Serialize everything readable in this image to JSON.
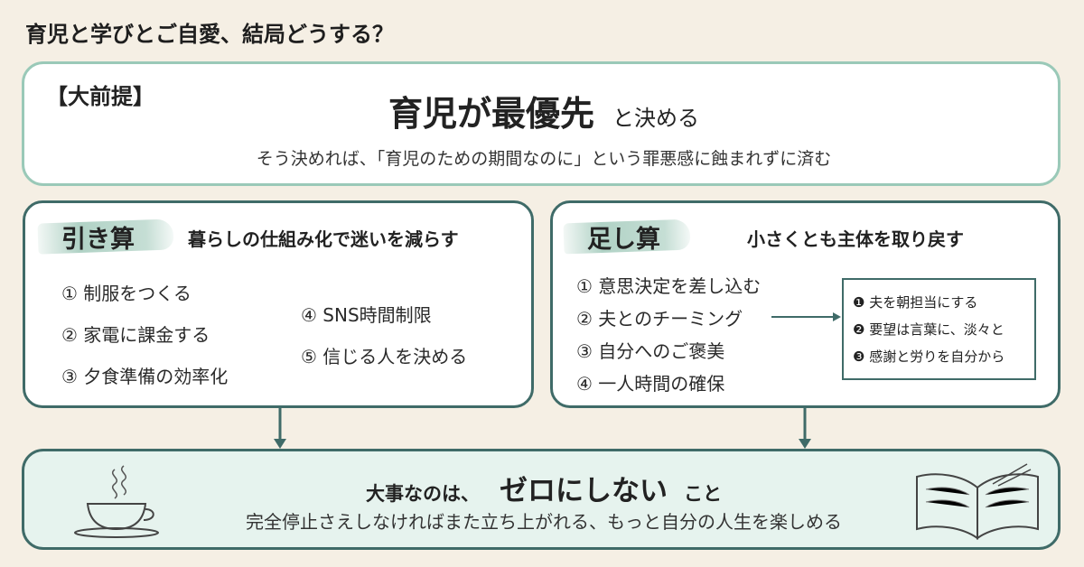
{
  "title": "育児と学びとご自愛、結局どうする？",
  "premise": {
    "tag": "【大前提】",
    "main": "育児が最優先",
    "main_suffix": "と決める",
    "sub": "そう決めれば、「育児のための期間なのに」という罪悪感に蝕まれずに済む"
  },
  "subtract": {
    "heading": "引き算",
    "subtitle": "暮らしの仕組み化で迷いを減らす",
    "items": [
      "① 制服をつくる",
      "② 家電に課金する",
      "③ 夕食準備の効率化",
      "④ SNS時間制限",
      "⑤ 信じる人を決める"
    ]
  },
  "add": {
    "heading": "足し算",
    "subtitle": "小さくとも主体を取り戻す",
    "items": [
      "① 意思決定を差し込む",
      "② 夫とのチーミング",
      "③ 自分へのご褒美",
      "④ 一人時間の確保"
    ],
    "teaming_points": [
      "❶ 夫を朝担当にする",
      "❷ 要望は言葉に、淡々と",
      "❸ 感謝と労りを自分から"
    ]
  },
  "conclusion": {
    "prefix": "大事なのは、",
    "main": "ゼロにしない",
    "suffix": "こと",
    "sub": "完全停止さえしなければまた立ち上がれる、もっと自分の人生を楽しめる"
  },
  "colors": {
    "background": "#f5efe4",
    "panel_border": "#3f6b68",
    "premise_border": "#9ac9b8",
    "conclusion_fill": "#e6f3ee"
  },
  "icons": [
    "coffee-cup-icon",
    "open-book-icon"
  ]
}
